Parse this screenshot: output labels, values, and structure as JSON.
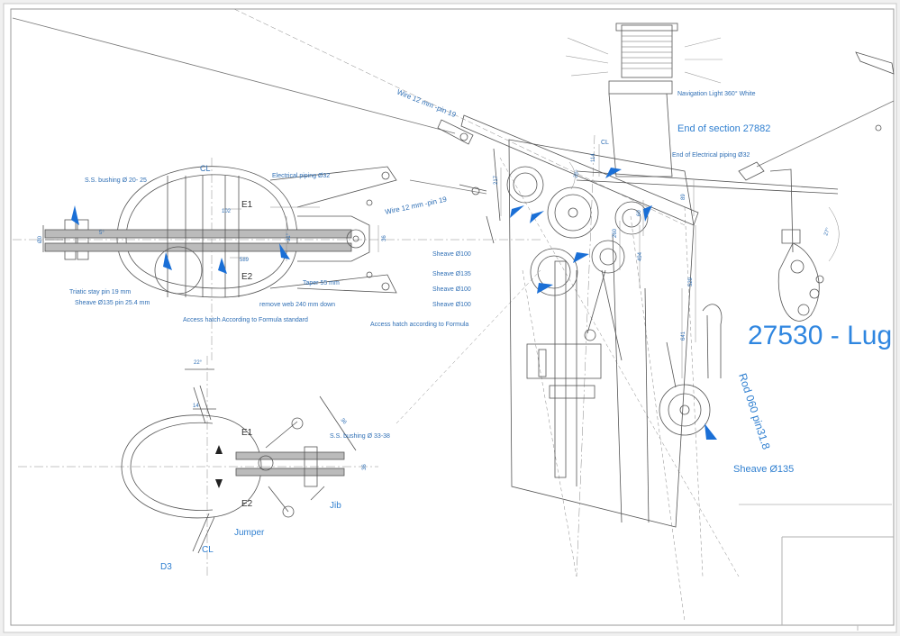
{
  "colors": {
    "ink": "#555555",
    "accent": "#1a6fd6",
    "label": "#2f6fb5",
    "paper": "#ffffff",
    "frame": "#8a8a8a"
  },
  "labels": {
    "cl_top": "CL",
    "electrical_piping": "Electrical piping Ø32",
    "ss_bushing_20": "S.S. bushing Ø 20- 25",
    "e1_top": "E1",
    "e2_top": "E2",
    "dim_102": "102",
    "dim_589": "589",
    "dim_31": "31°",
    "dim_36": "36",
    "dim_80": "Ø0",
    "dim_5": "5°",
    "taper": "Taper 55 mm",
    "remove_web": "remove web 240 mm down",
    "triatic": "Triatic stay pin 19 mm",
    "sheave_135_pin": "Sheave Ø135 pin 25.4 mm",
    "access_hatch_std": "Access hatch According to Formula standard",
    "dim_22": "22°",
    "dim_14": "14",
    "ss_bushing_33": "S.S. bushing Ø 33-38",
    "e1_bottom": "E1",
    "e2_bottom": "E2",
    "jib": "Jib",
    "jumper": "Jumper",
    "cl_bottom": "CL",
    "d3": "D3",
    "wire_top": "Wire 12 mm -pin 19",
    "wire_mid": "Wire 12 mm -pin 19",
    "nav_light": "Navigation Light 360° White",
    "end_section": "End of section 27882",
    "end_electrical": "End of Electrical piping Ø32",
    "cl_mast": "CL",
    "dim_114": "114",
    "dim_217": "217",
    "dim_25": "25°",
    "dim_89": "89",
    "dim_60": "60",
    "dim_260": "260",
    "dim_494": "494",
    "dim_529": "529",
    "dim_641": "641",
    "dim_27": "27°",
    "sheave_100_a": "Sheave Ø100",
    "sheave_135_a": "Sheave Ø135",
    "sheave_100_b": "Sheave Ø100",
    "sheave_100_c": "Sheave Ø100",
    "access_hatch_formula": "Access hatch according to Formula",
    "rod": "Rod 060 pin31.8",
    "sheave_135_b": "Sheave Ø135",
    "title": "27530 - Lug"
  }
}
